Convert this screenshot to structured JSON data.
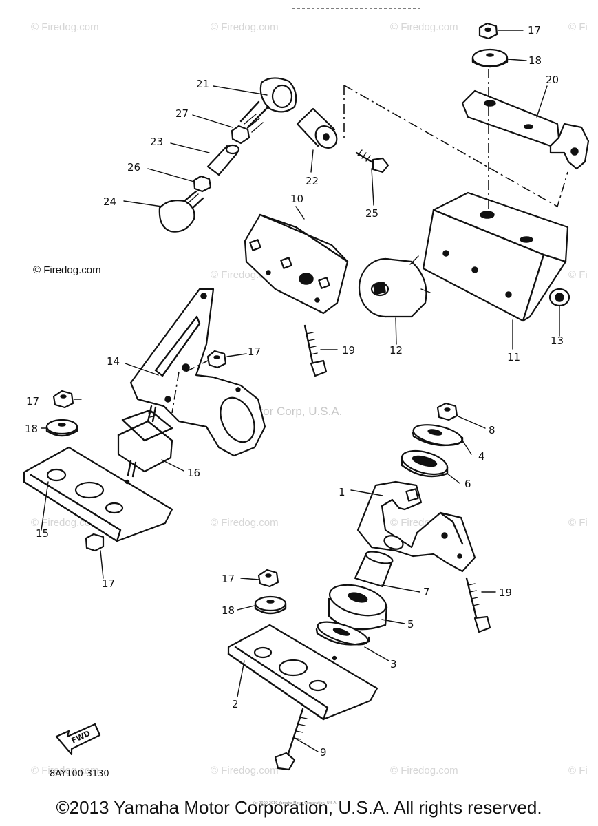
{
  "watermarks": {
    "firedog": "© Firedog.com",
    "firedog_short": "© Fi",
    "yamaha": "Yamaha Motor Corp, U.S.A."
  },
  "firedog_label": "© Firedog.com",
  "diagram_code": "8AY100-3130",
  "fwd_label": "FWD",
  "tiny_copyright": "(c) 2000-2010 Yamaha Motor Corporation, U.S.A.",
  "copyright": "©2013 Yamaha Motor Corporation, U.S.A. All rights reserved.",
  "callouts": {
    "c1": "1",
    "c2": "2",
    "c3": "3",
    "c4": "4",
    "c5": "5",
    "c6": "6",
    "c7": "7",
    "c8": "8",
    "c9": "9",
    "c10": "10",
    "c11": "11",
    "c12": "12",
    "c13": "13",
    "c14": "14",
    "c15": "15",
    "c16": "16",
    "c17a": "17",
    "c17b": "17",
    "c17c": "17",
    "c17d": "17",
    "c17e": "17",
    "c18a": "18",
    "c18b": "18",
    "c18c": "18",
    "c19a": "19",
    "c19b": "19",
    "c20": "20",
    "c21": "21",
    "c22": "22",
    "c23": "23",
    "c24": "24",
    "c25": "25",
    "c26": "26",
    "c27": "27"
  }
}
